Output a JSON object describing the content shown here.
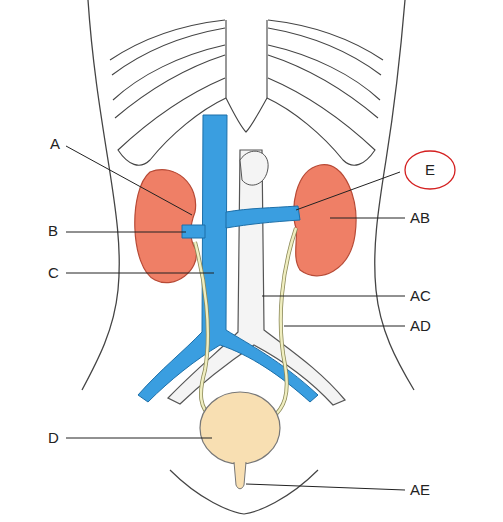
{
  "diagram": {
    "nodes": [
      {
        "text": [
          "E"
        ]
      }
    ],
    "labels": [
      "A",
      "B",
      "C",
      "D",
      "AB",
      "AC",
      "AD",
      "AE"
    ]
  }
}
